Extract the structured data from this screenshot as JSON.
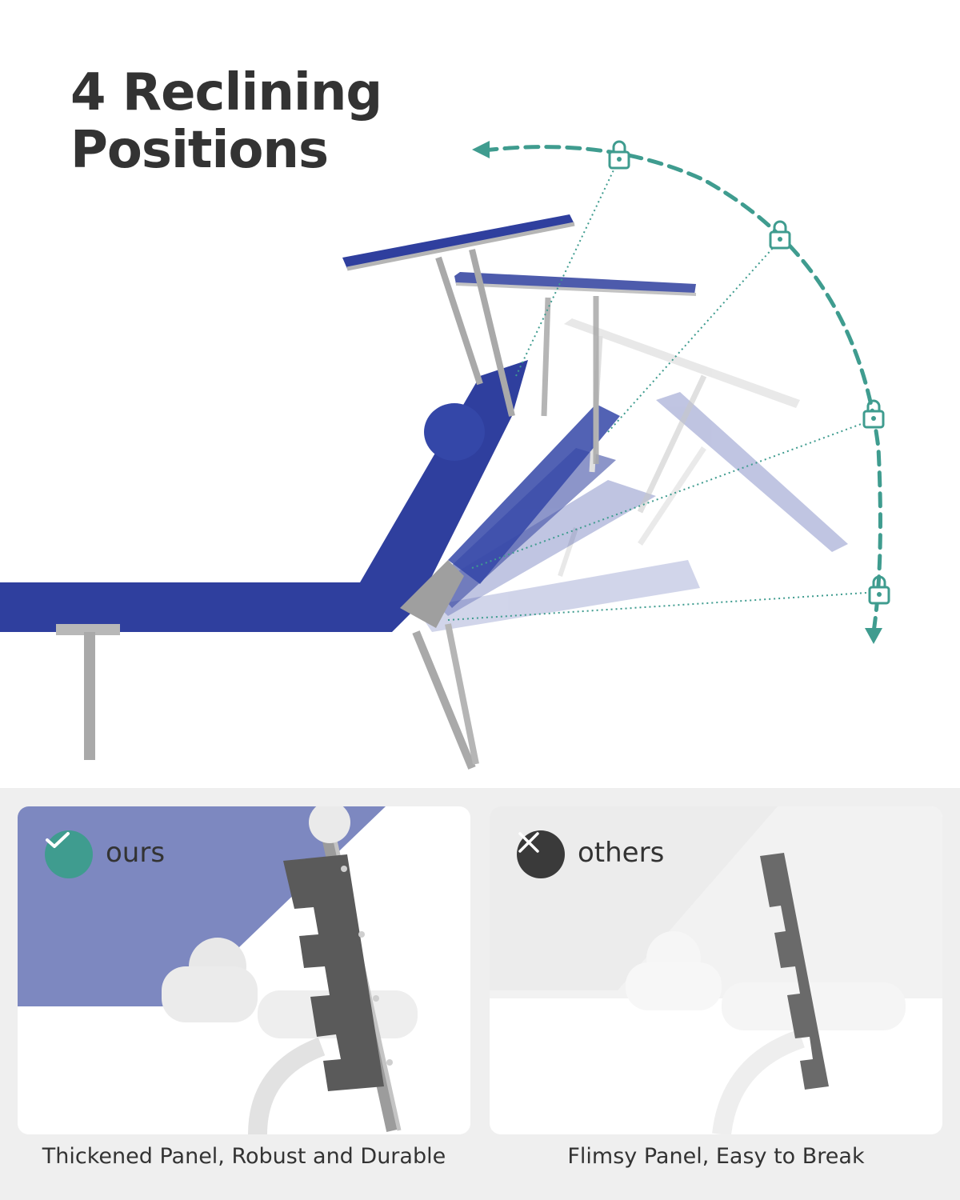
{
  "title": {
    "line1": "4 Reclining",
    "line2": "Positions"
  },
  "reclining_positions": 4,
  "icons": {
    "position_lock": "lock-icon",
    "recline_arrow": "dashed-arc-arrow-icon",
    "ours_badge": "check-icon",
    "others_badge": "close-icon"
  },
  "colors": {
    "fabric_blue": "#2f3f9e",
    "accent_teal": "#3f9c8f",
    "frame_gray": "#a9a9a9",
    "bracket_dark": "#5a5a5a"
  },
  "comparison": {
    "ours": {
      "label": "ours",
      "caption": "Thickened Panel, Robust and Durable"
    },
    "others": {
      "label": "others",
      "caption": "Flimsy Panel, Easy to Break"
    }
  }
}
